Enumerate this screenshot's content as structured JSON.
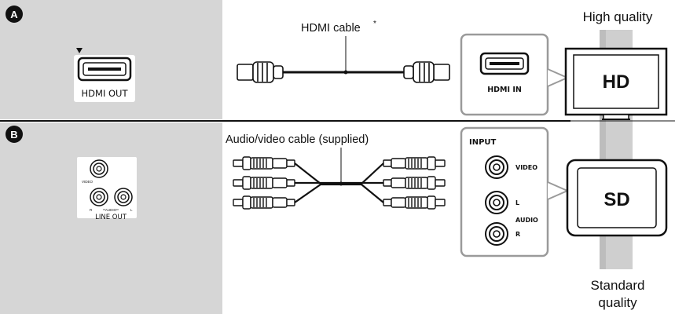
{
  "sections": {
    "a": {
      "badge": "A",
      "port_label": "HDMI OUT",
      "cable_label": "HDMI cable",
      "cable_asterisk": "*",
      "tv_port_label": "HDMI IN",
      "tv_text": "HD"
    },
    "b": {
      "badge": "B",
      "player_video_label": "VIDEO",
      "player_r_label": "R",
      "player_audio_label": "AUDIO",
      "player_l_label": "L",
      "port_label": "LINE OUT",
      "cable_label": "Audio/video cable (supplied)",
      "input_title": "INPUT",
      "input_video_label": "VIDEO",
      "input_l_label": "L",
      "input_audio_label": "AUDIO",
      "input_r_label": "R",
      "tv_text": "SD"
    }
  },
  "quality": {
    "high": "High quality",
    "standard_line1": "Standard",
    "standard_line2": "quality"
  },
  "colors": {
    "panel_gray": "#d6d6d6",
    "bar_gray": "#cfcfcf",
    "bar_dark": "#a9a9a9",
    "ink": "#111111"
  }
}
